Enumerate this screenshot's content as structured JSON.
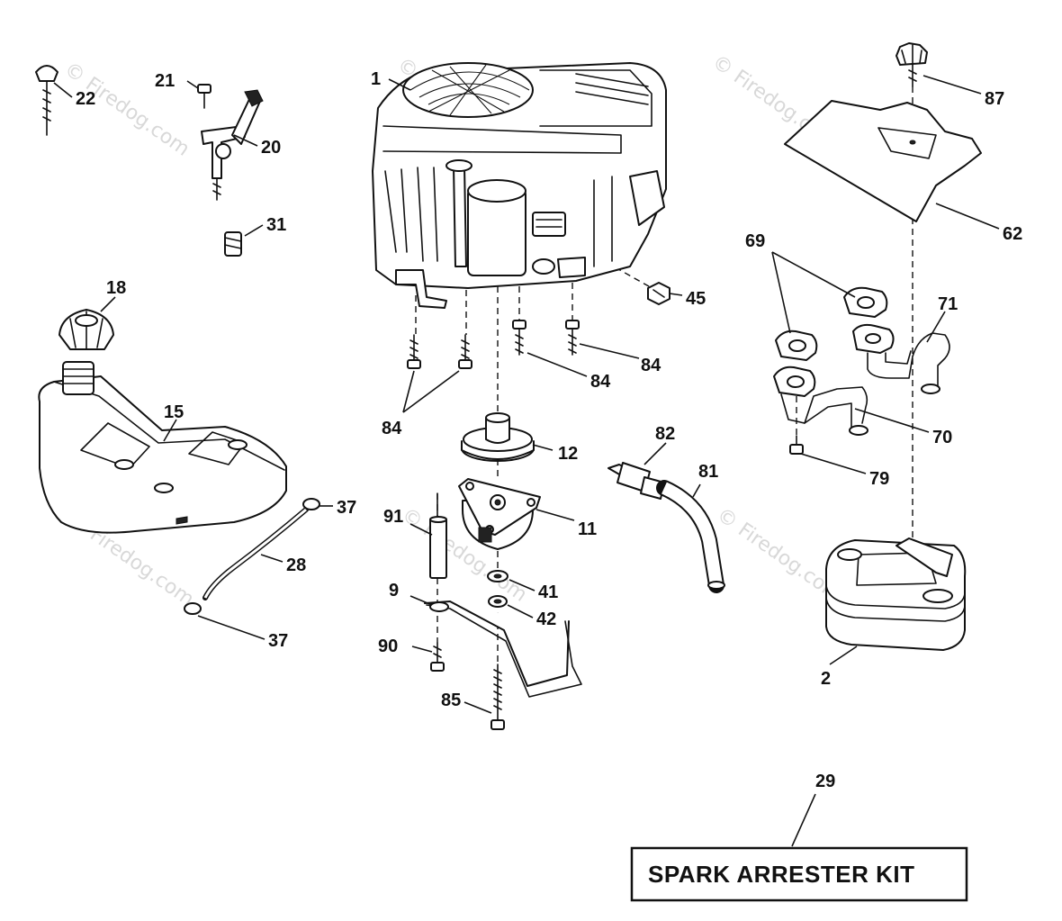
{
  "watermark": "© Firedog.com",
  "labels": {
    "l1": "1",
    "l2": "2",
    "l9": "9",
    "l11": "11",
    "l12": "12",
    "l15": "15",
    "l18": "18",
    "l20": "20",
    "l21": "21",
    "l22": "22",
    "l28": "28",
    "l29": "29",
    "l31": "31",
    "l37a": "37",
    "l37b": "37",
    "l41": "41",
    "l42": "42",
    "l45": "45",
    "l62": "62",
    "l69": "69",
    "l70": "70",
    "l71": "71",
    "l79": "79",
    "l81": "81",
    "l82": "82",
    "l84a": "84",
    "l84b": "84",
    "l84c": "84",
    "l85": "85",
    "l87": "87",
    "l90": "90",
    "l91": "91"
  },
  "kit_box": {
    "text": "SPARK ARRESTER KIT"
  }
}
